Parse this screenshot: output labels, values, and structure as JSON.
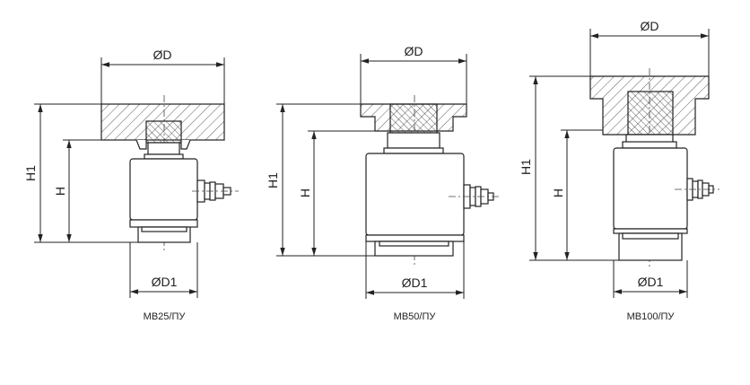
{
  "dimension_labels": {
    "diameter_top": "ØD",
    "diameter_bottom": "ØD1",
    "height_total": "H1",
    "height": "H"
  },
  "models": [
    {
      "name": "MB25/ПУ"
    },
    {
      "name": "MB50/ПУ"
    },
    {
      "name": "MB100/ПУ"
    }
  ],
  "colors": {
    "line": "#222222",
    "background": "#ffffff"
  }
}
